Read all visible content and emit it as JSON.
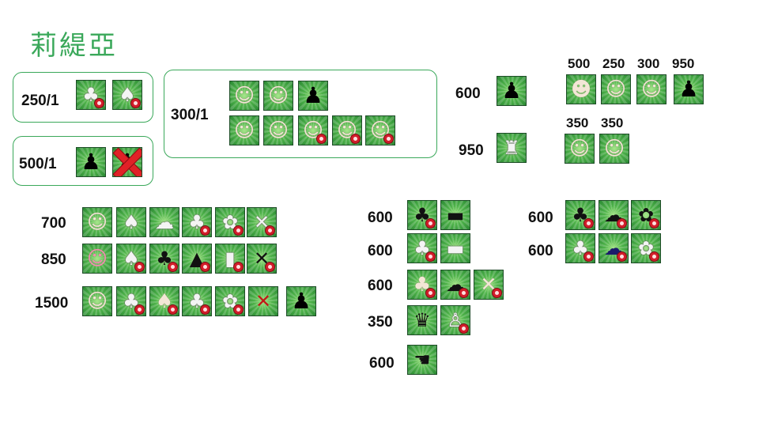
{
  "page": {
    "title": "莉緹亞"
  },
  "colors": {
    "accent": "#3aa85a",
    "icon_bg": "#4fb34a",
    "badge": "#d21d2a",
    "cross": "#e02127"
  },
  "labels": {
    "box1": "250/1",
    "box2": "500/1",
    "box3": "300/1",
    "r600": "600",
    "r950": "950",
    "top1": "500",
    "top2": "250",
    "top3": "300",
    "top4": "950",
    "mid1": "350",
    "mid2": "350",
    "p700": "700",
    "p850": "850",
    "p1500": "1500",
    "c1": "600",
    "c2": "600",
    "c3": "600",
    "c4": "350",
    "c5": "600",
    "d1": "600",
    "d2": "600"
  },
  "icons": {
    "outfit": "outfit-icon",
    "silhouette": "silhouette-icon",
    "hair": "hair-icon",
    "face": "face-icon",
    "dress": "dress-icon",
    "skirt": "skirt-icon",
    "shoes": "shoes-icon",
    "weapon": "weapon-icon",
    "furniture": "furniture-icon",
    "crossed": "crossed-out-icon"
  }
}
